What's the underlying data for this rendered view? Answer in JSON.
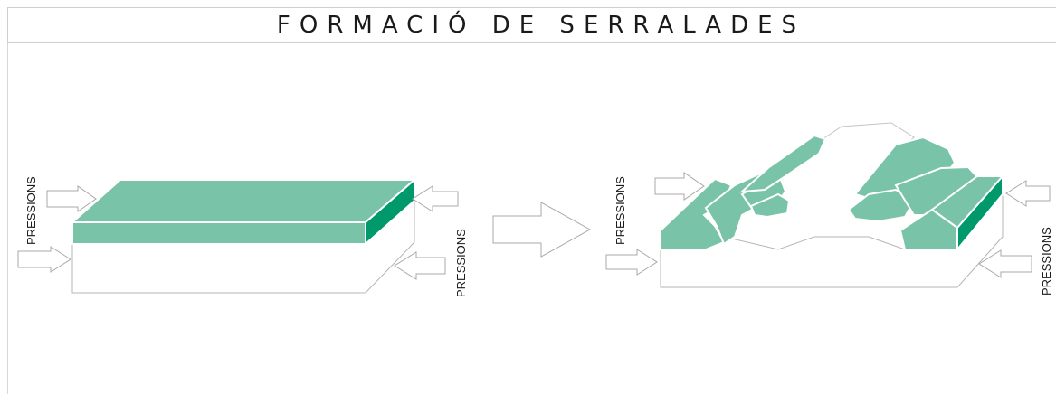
{
  "title": "FORMACIÓ DE SERRALADES",
  "labels": {
    "left_block_left": "PRESSIONS",
    "left_block_right": "PRESSIONS",
    "right_block_left": "PRESSIONS",
    "right_block_right": "PRESSIONS"
  },
  "colors": {
    "layer_top": "#79c3a8",
    "layer_side": "#00996b",
    "outline": "#9a9a9a",
    "arrow_outline": "#a8a8a8"
  }
}
